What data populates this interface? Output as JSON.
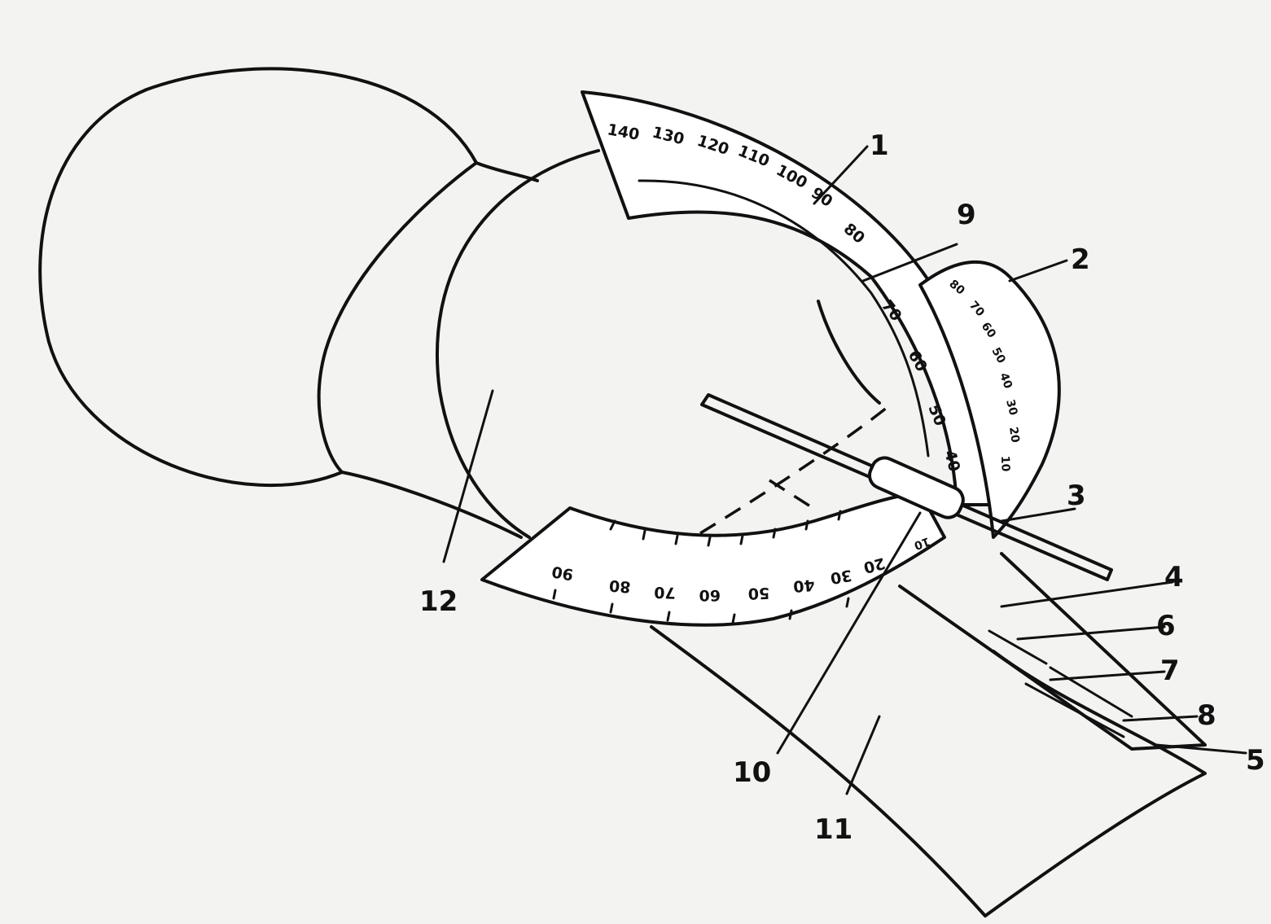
{
  "labels": [
    "1",
    "2",
    "3",
    "4",
    "5",
    "6",
    "7",
    "8",
    "9",
    "10",
    "11",
    "12"
  ],
  "scale_1": [
    "140",
    "130",
    "120",
    "110",
    "100",
    "90",
    "80",
    "70",
    "60",
    "50",
    "40"
  ],
  "scale_2": [
    "80",
    "70",
    "60",
    "50",
    "40",
    "30",
    "20",
    "10"
  ],
  "scale_3": [
    "90",
    "80",
    "70",
    "60",
    "50",
    "40",
    "30",
    "20",
    "10"
  ],
  "colors": {
    "ink": "#111111",
    "paper": "#f3f3f1"
  }
}
